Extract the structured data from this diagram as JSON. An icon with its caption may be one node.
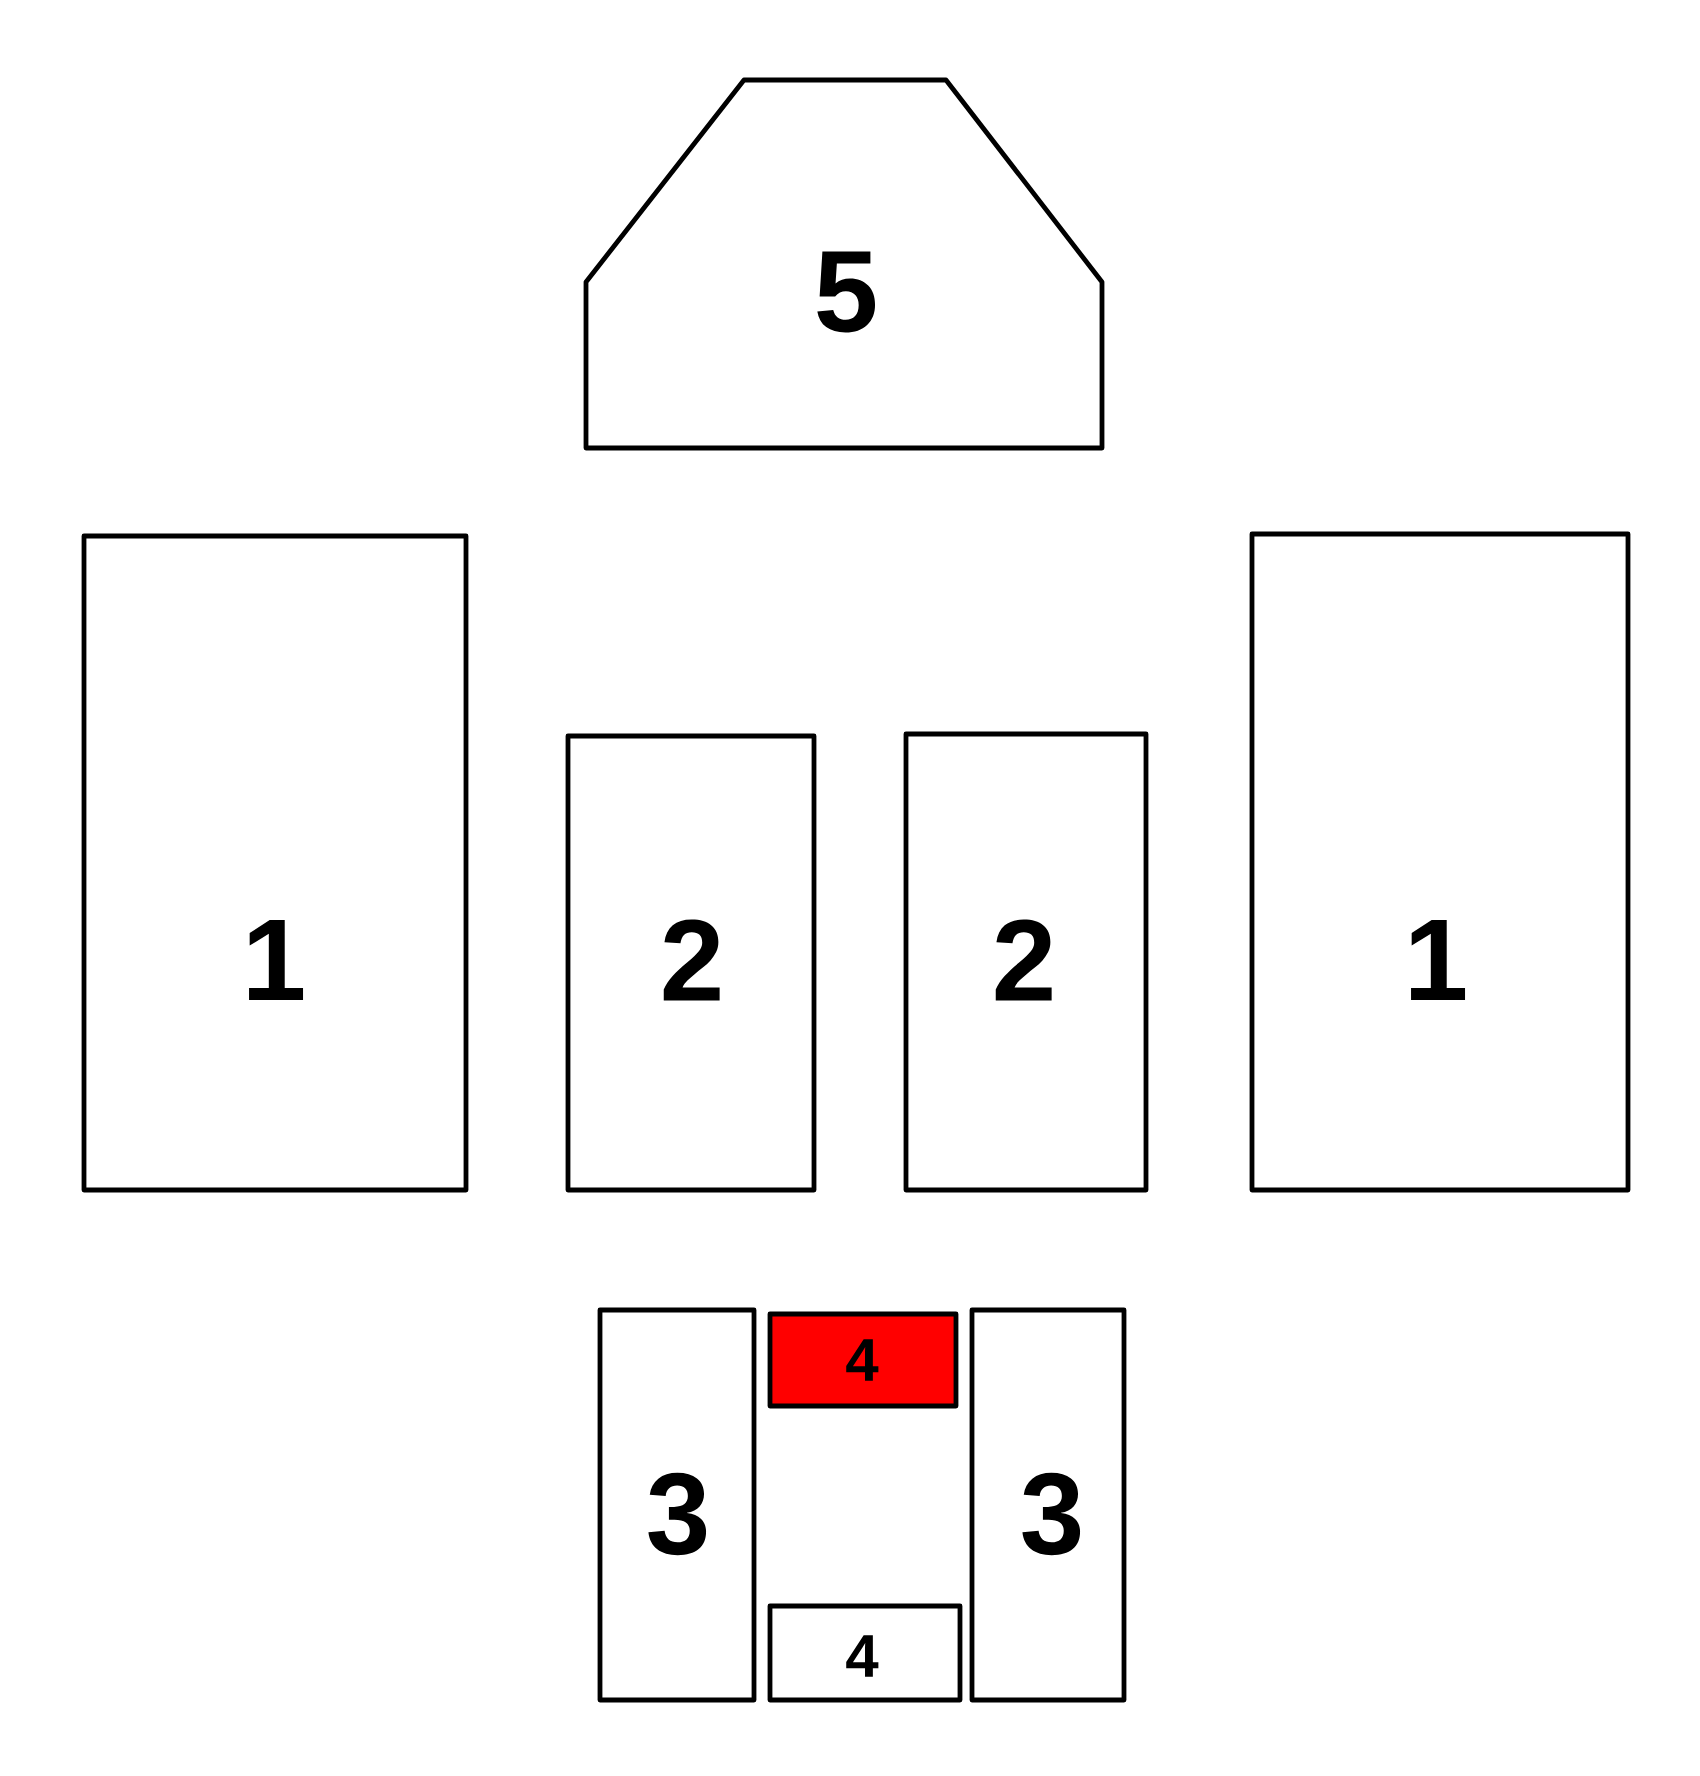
{
  "diagram": {
    "nodes": [
      {
        "text": [
          "5"
        ]
      },
      {
        "text": [
          "1"
        ]
      },
      {
        "text": [
          "2"
        ]
      },
      {
        "text": [
          "2"
        ]
      },
      {
        "text": [
          "1"
        ]
      },
      {
        "text": [
          "3"
        ]
      },
      {
        "text": [
          "4"
        ]
      },
      {
        "text": [
          "3"
        ]
      },
      {
        "text": [
          "4"
        ]
      }
    ]
  }
}
